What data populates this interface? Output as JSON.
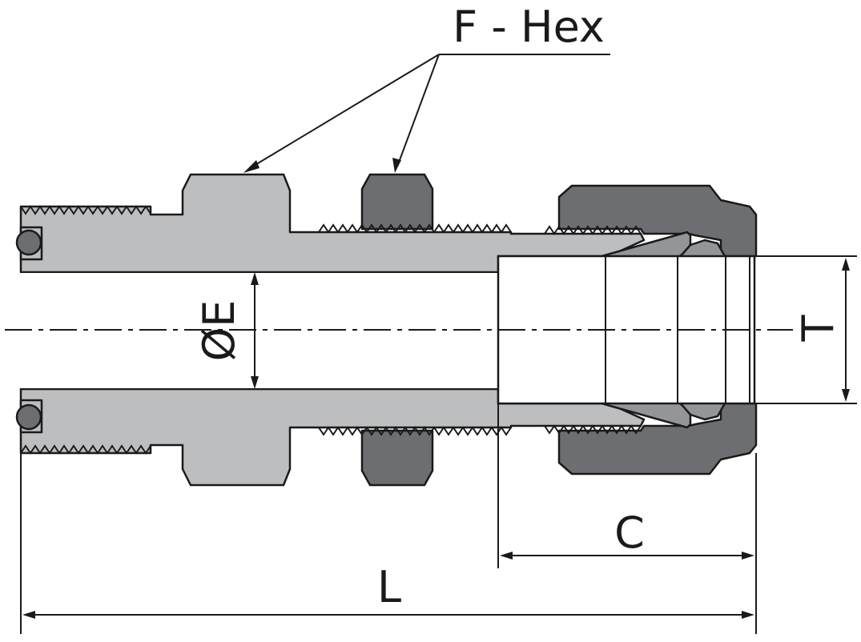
{
  "diagram": {
    "labels": {
      "hex": "F - Hex",
      "bore_diameter": "ØE",
      "tube_od": "T",
      "nut_depth": "C",
      "overall_length": "L"
    },
    "colors": {
      "body": "#bcbec0",
      "nut": "#6d6e71",
      "ferrule": "#939598",
      "outline": "#1a1a1a"
    }
  }
}
